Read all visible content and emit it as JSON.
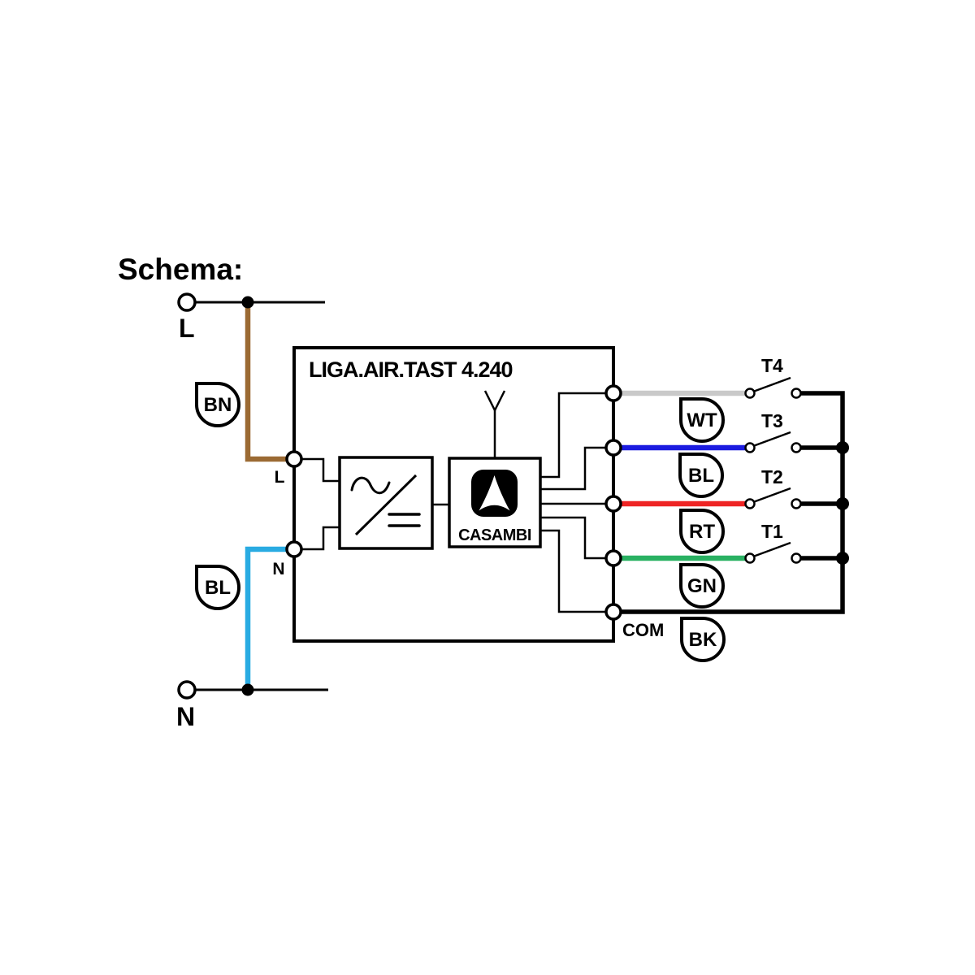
{
  "schema_title": "Schema:",
  "supply": {
    "line_label": "L",
    "neutral_label": "N"
  },
  "device": {
    "name": "LIGA.AIR.TAST 4.240",
    "line_terminal": "L",
    "neutral_terminal": "N",
    "module_name": "CASAMBI",
    "com_terminal": "COM"
  },
  "wire_tags": {
    "brown": "BN",
    "blue_input": "BL",
    "white": "WT",
    "blue": "BL",
    "red": "RT",
    "green": "GN",
    "black": "BK"
  },
  "switches": {
    "t4": "T4",
    "t3": "T3",
    "t2": "T2",
    "t1": "T1"
  },
  "colors": {
    "brown": "#9b6a33",
    "light_blue": "#29abe2",
    "gray": "#c9c9c9",
    "blue": "#1b1be0",
    "red": "#ee2424",
    "green": "#29b162",
    "black": "#000000"
  }
}
